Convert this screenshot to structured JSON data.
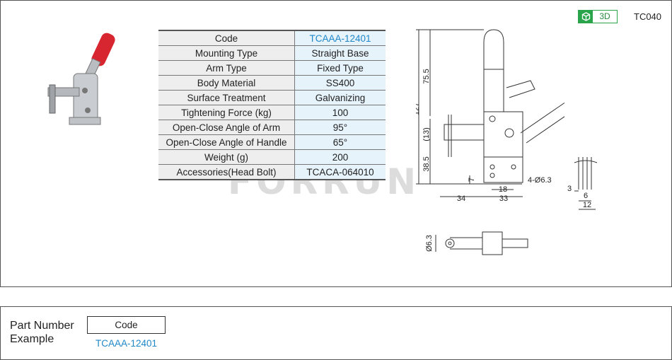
{
  "header": {
    "three_d_label": "3D",
    "series_code": "TC040"
  },
  "watermark": "FORRUN",
  "spec_table": {
    "rows": [
      {
        "label": "Code",
        "value": "TCAAA-12401"
      },
      {
        "label": "Mounting Type",
        "value": "Straight Base"
      },
      {
        "label": "Arm Type",
        "value": "Fixed Type"
      },
      {
        "label": "Body Material",
        "value": "SS400"
      },
      {
        "label": "Surface Treatment",
        "value": "Galvanizing"
      },
      {
        "label": "Tightening Force (kg)",
        "value": "100"
      },
      {
        "label": "Open-Close Angle of Arm",
        "value": "95°"
      },
      {
        "label": "Open-Close  Angle of Handle",
        "value": "65°"
      },
      {
        "label": "Weight (g)",
        "value": "200"
      },
      {
        "label": "Accessories(Head Bolt)",
        "value": "TCACA-064010"
      }
    ]
  },
  "drawing": {
    "dims": {
      "total_height": "127",
      "upper": "75.5",
      "mid": "(13)",
      "lower": "38.5",
      "base_gap": "7",
      "left_width": "34",
      "right_width": "33",
      "hole_pitch": "18",
      "holes": "4-Ø6.3",
      "detail_a": "3",
      "detail_b": "6",
      "detail_c": "12",
      "top_dia": "Ø6.3"
    }
  },
  "part_number": {
    "title_line1": "Part Number",
    "title_line2": "Example",
    "box_label": "Code",
    "example_code": "TCAAA-12401"
  },
  "colors": {
    "accent_green": "#2aa44a",
    "link_blue": "#1f87c9",
    "handle_red": "#d7262f"
  }
}
